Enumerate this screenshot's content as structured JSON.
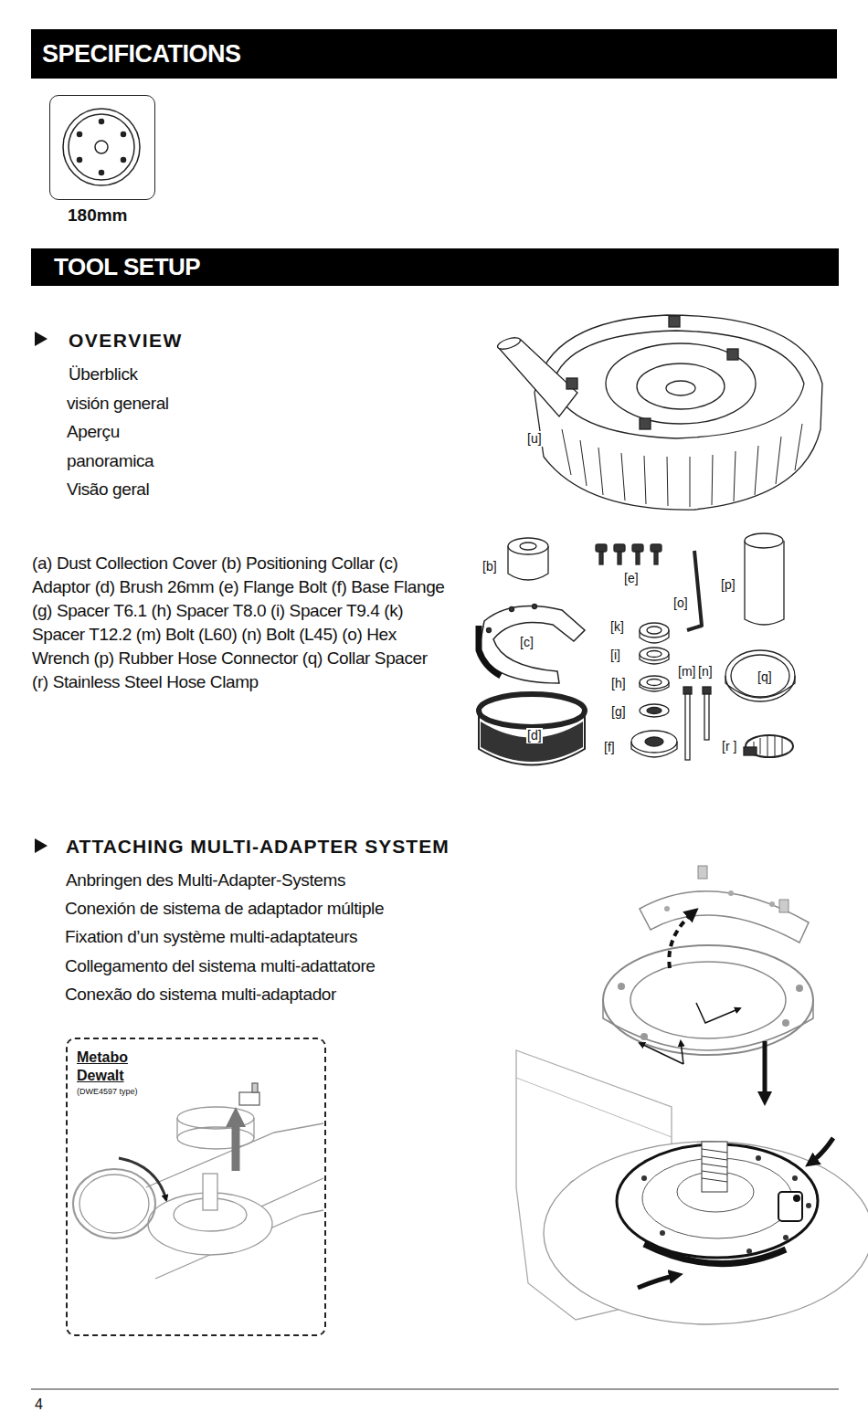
{
  "diagram": {
    "nodes": [
      {
        "text": [
          "SPECIFICATIONS"
        ]
      },
      {
        "text": [
          "180mm"
        ]
      },
      {
        "text": [
          "TOOL SETUP"
        ]
      },
      {
        "text": [
          "Metabo",
          "Dewalt",
          "(DWE4597 type)"
        ]
      }
    ],
    "labels": [
      "OVERVIEW",
      "Überblick",
      "visión general",
      "Aperçu",
      "panoramica",
      "Visão geral",
      "(a) Dust Collection Cover (b) Positioning Collar (c) Adaptor (d) Brush 26mm (e) Flange Bolt (f) Base Flange (g) Spacer T6.1 (h) Spacer T8.0 (i) Spacer T9.4 (k) Spacer T12.2 (m) Bolt (L60) (n) Bolt (L45) (o) Hex Wrench (p) Rubber Hose Connector (q) Collar Spacer (r) Stainless Steel Hose Clamp",
      "[u]",
      "[b]",
      "[e]",
      "[p]",
      "[o]",
      "[k]",
      "[c]",
      "[i]",
      "[m]",
      "[n]",
      "[q]",
      "[h]",
      "[g]",
      "[d]",
      "[f]",
      "[r ]",
      "ATTACHING MULTI-ADAPTER SYSTEM",
      "Anbringen des Multi-Adapter-Systems",
      "Conexión de sistema de adaptador múltiple",
      "Fixation d’un système multi-adaptateurs",
      "Collegamento del sistema multi-adattatore",
      "Conexão do sistema multi-adaptador",
      "4"
    ]
  }
}
